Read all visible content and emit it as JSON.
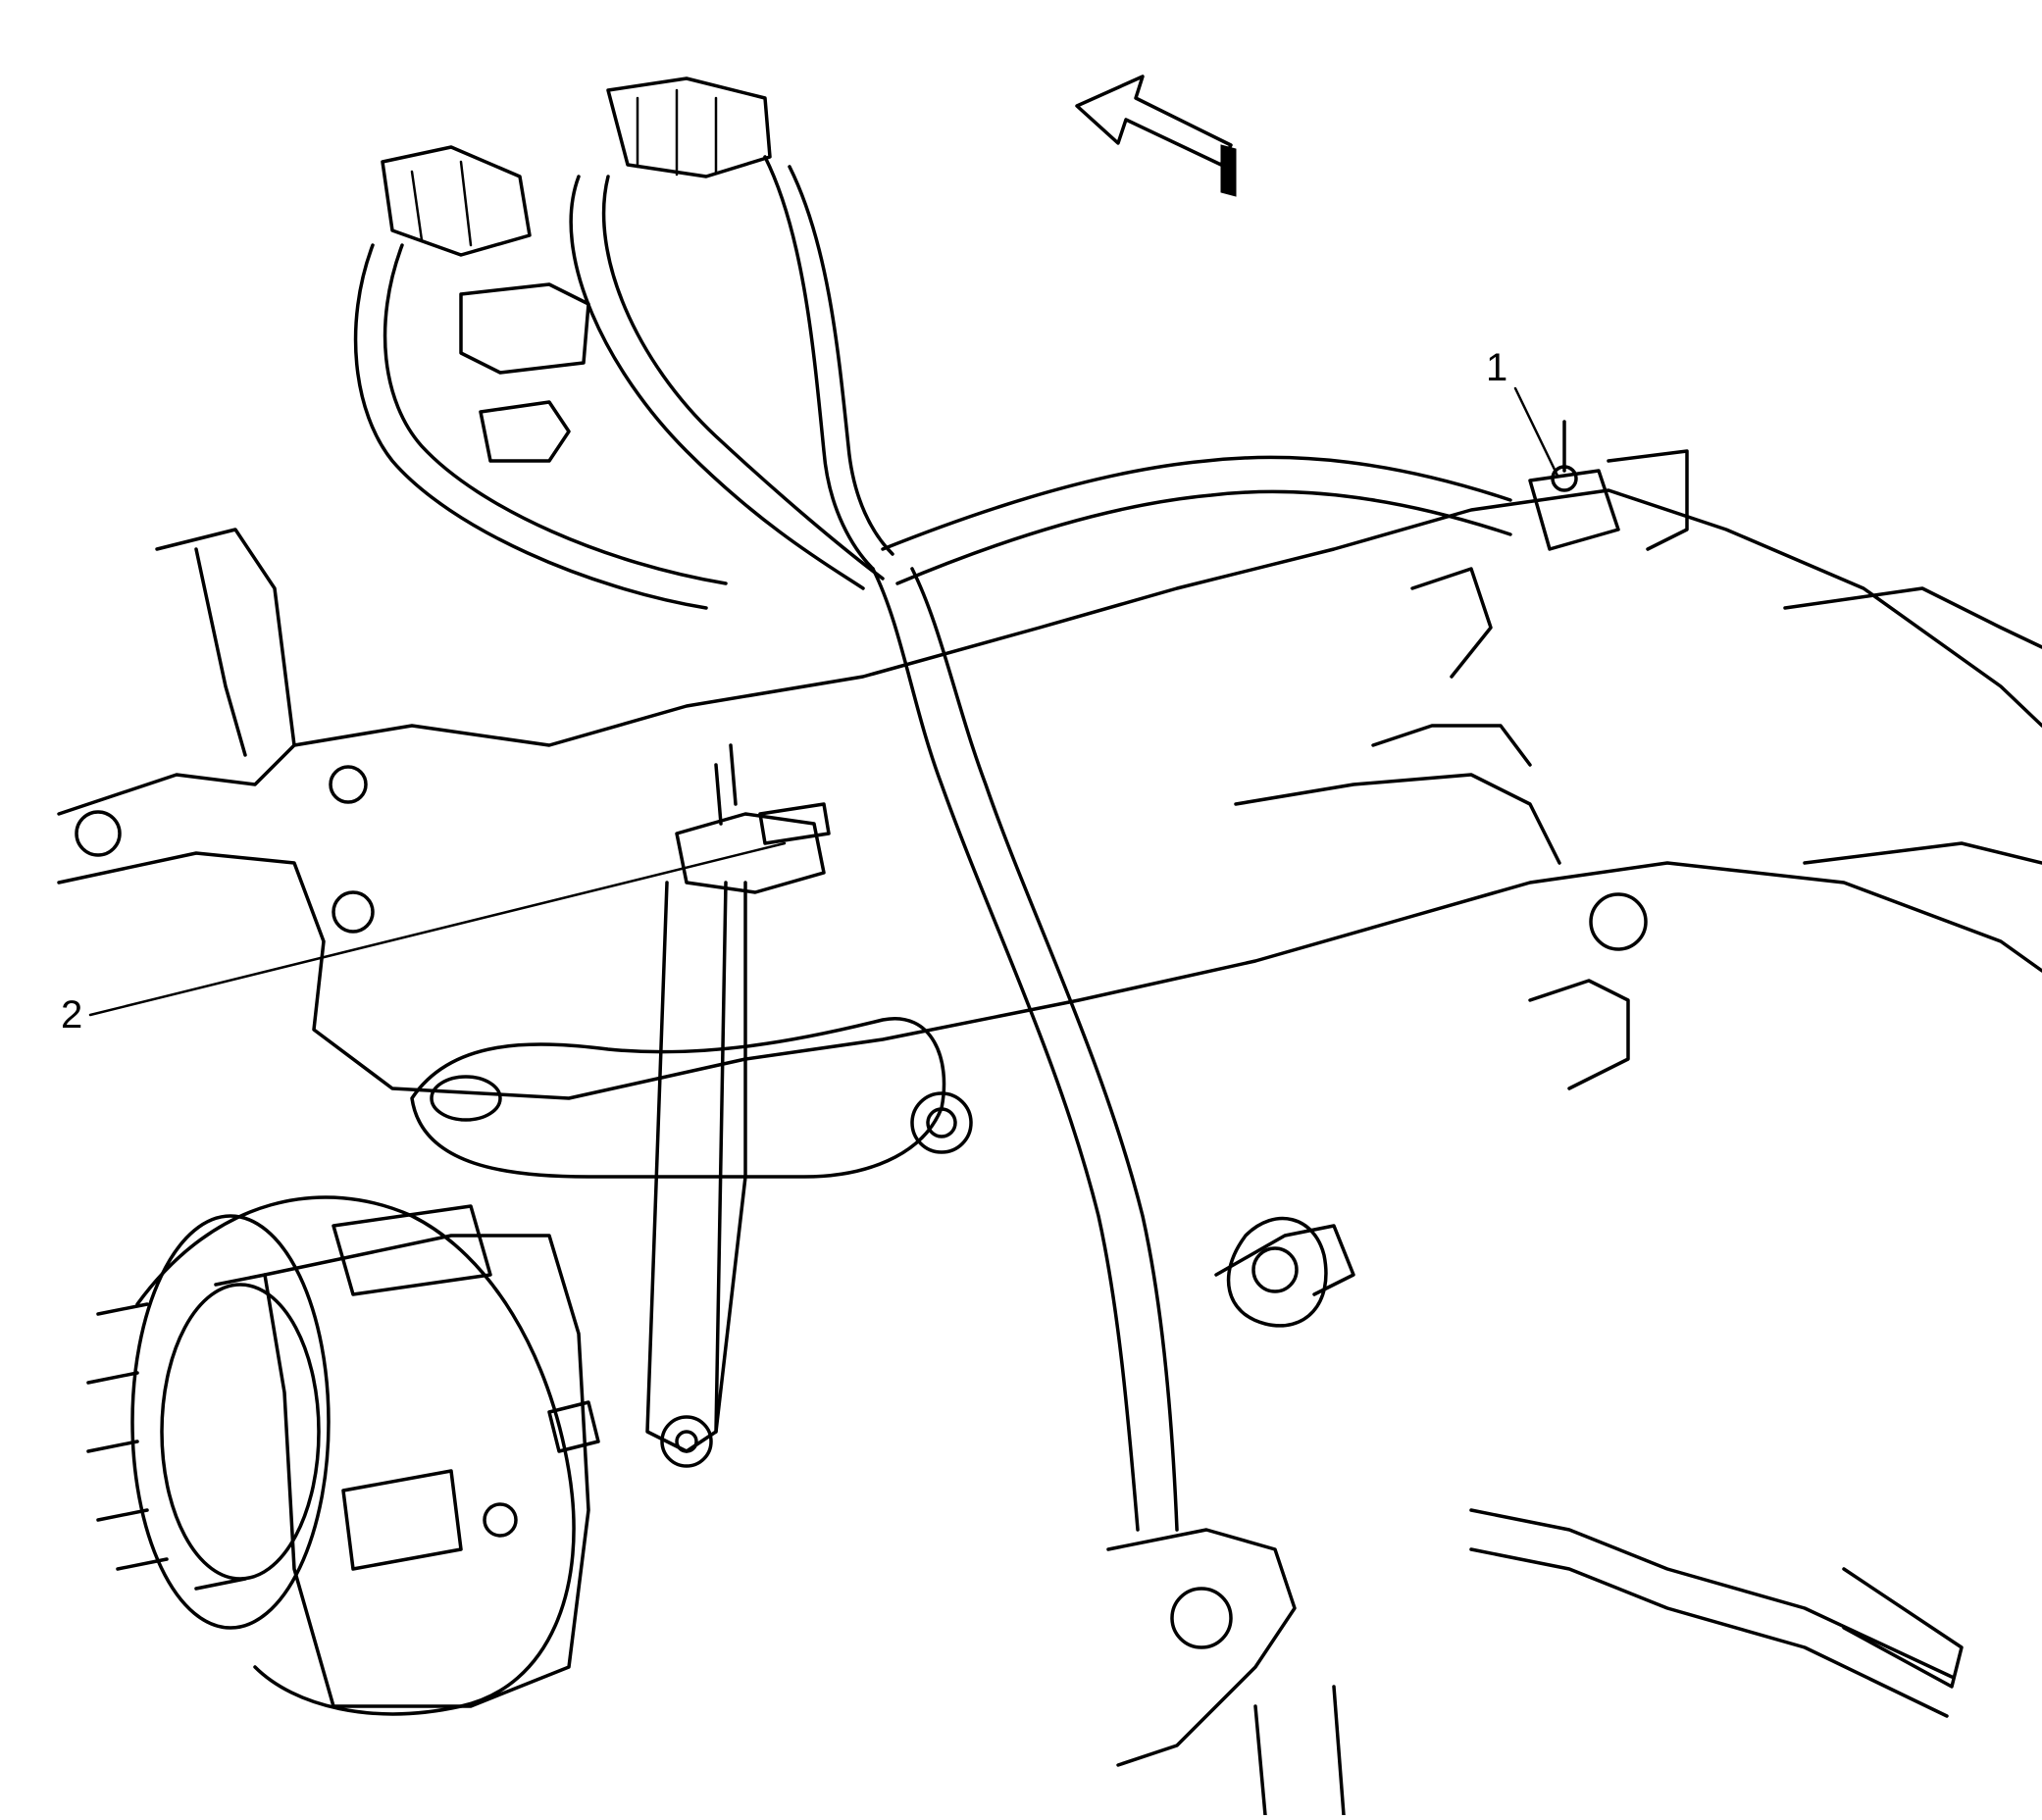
{
  "diagram": {
    "callouts": [
      {
        "id": "1",
        "label": "1"
      },
      {
        "id": "2",
        "label": "2"
      }
    ],
    "icons": {
      "direction_arrow": "front-direction-arrow-icon"
    },
    "colors": {
      "line": "#000000",
      "background": "#ffffff"
    }
  }
}
